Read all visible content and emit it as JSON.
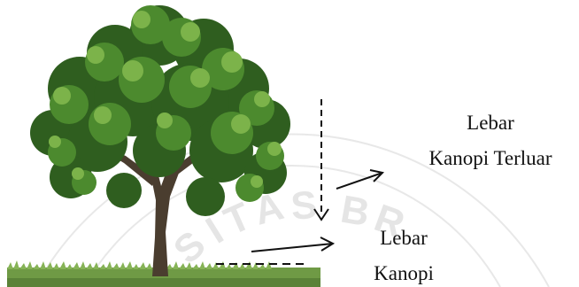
{
  "labels": {
    "outer_canopy_width": {
      "line1": "Lebar",
      "line2": "Kanopi Terluar"
    },
    "canopy_width": {
      "line1": "Lebar",
      "line2": "Kanopi"
    }
  },
  "watermark": {
    "text": "SITAS BR"
  },
  "colors": {
    "foliage_dark": "#2f5e1f",
    "foliage_mid": "#4c8a2e",
    "foliage_light": "#7cb34a",
    "trunk": "#4a3d2f",
    "grass": "#6f9a45",
    "watermark": "#d9d9d9",
    "arrow": "#111111"
  }
}
